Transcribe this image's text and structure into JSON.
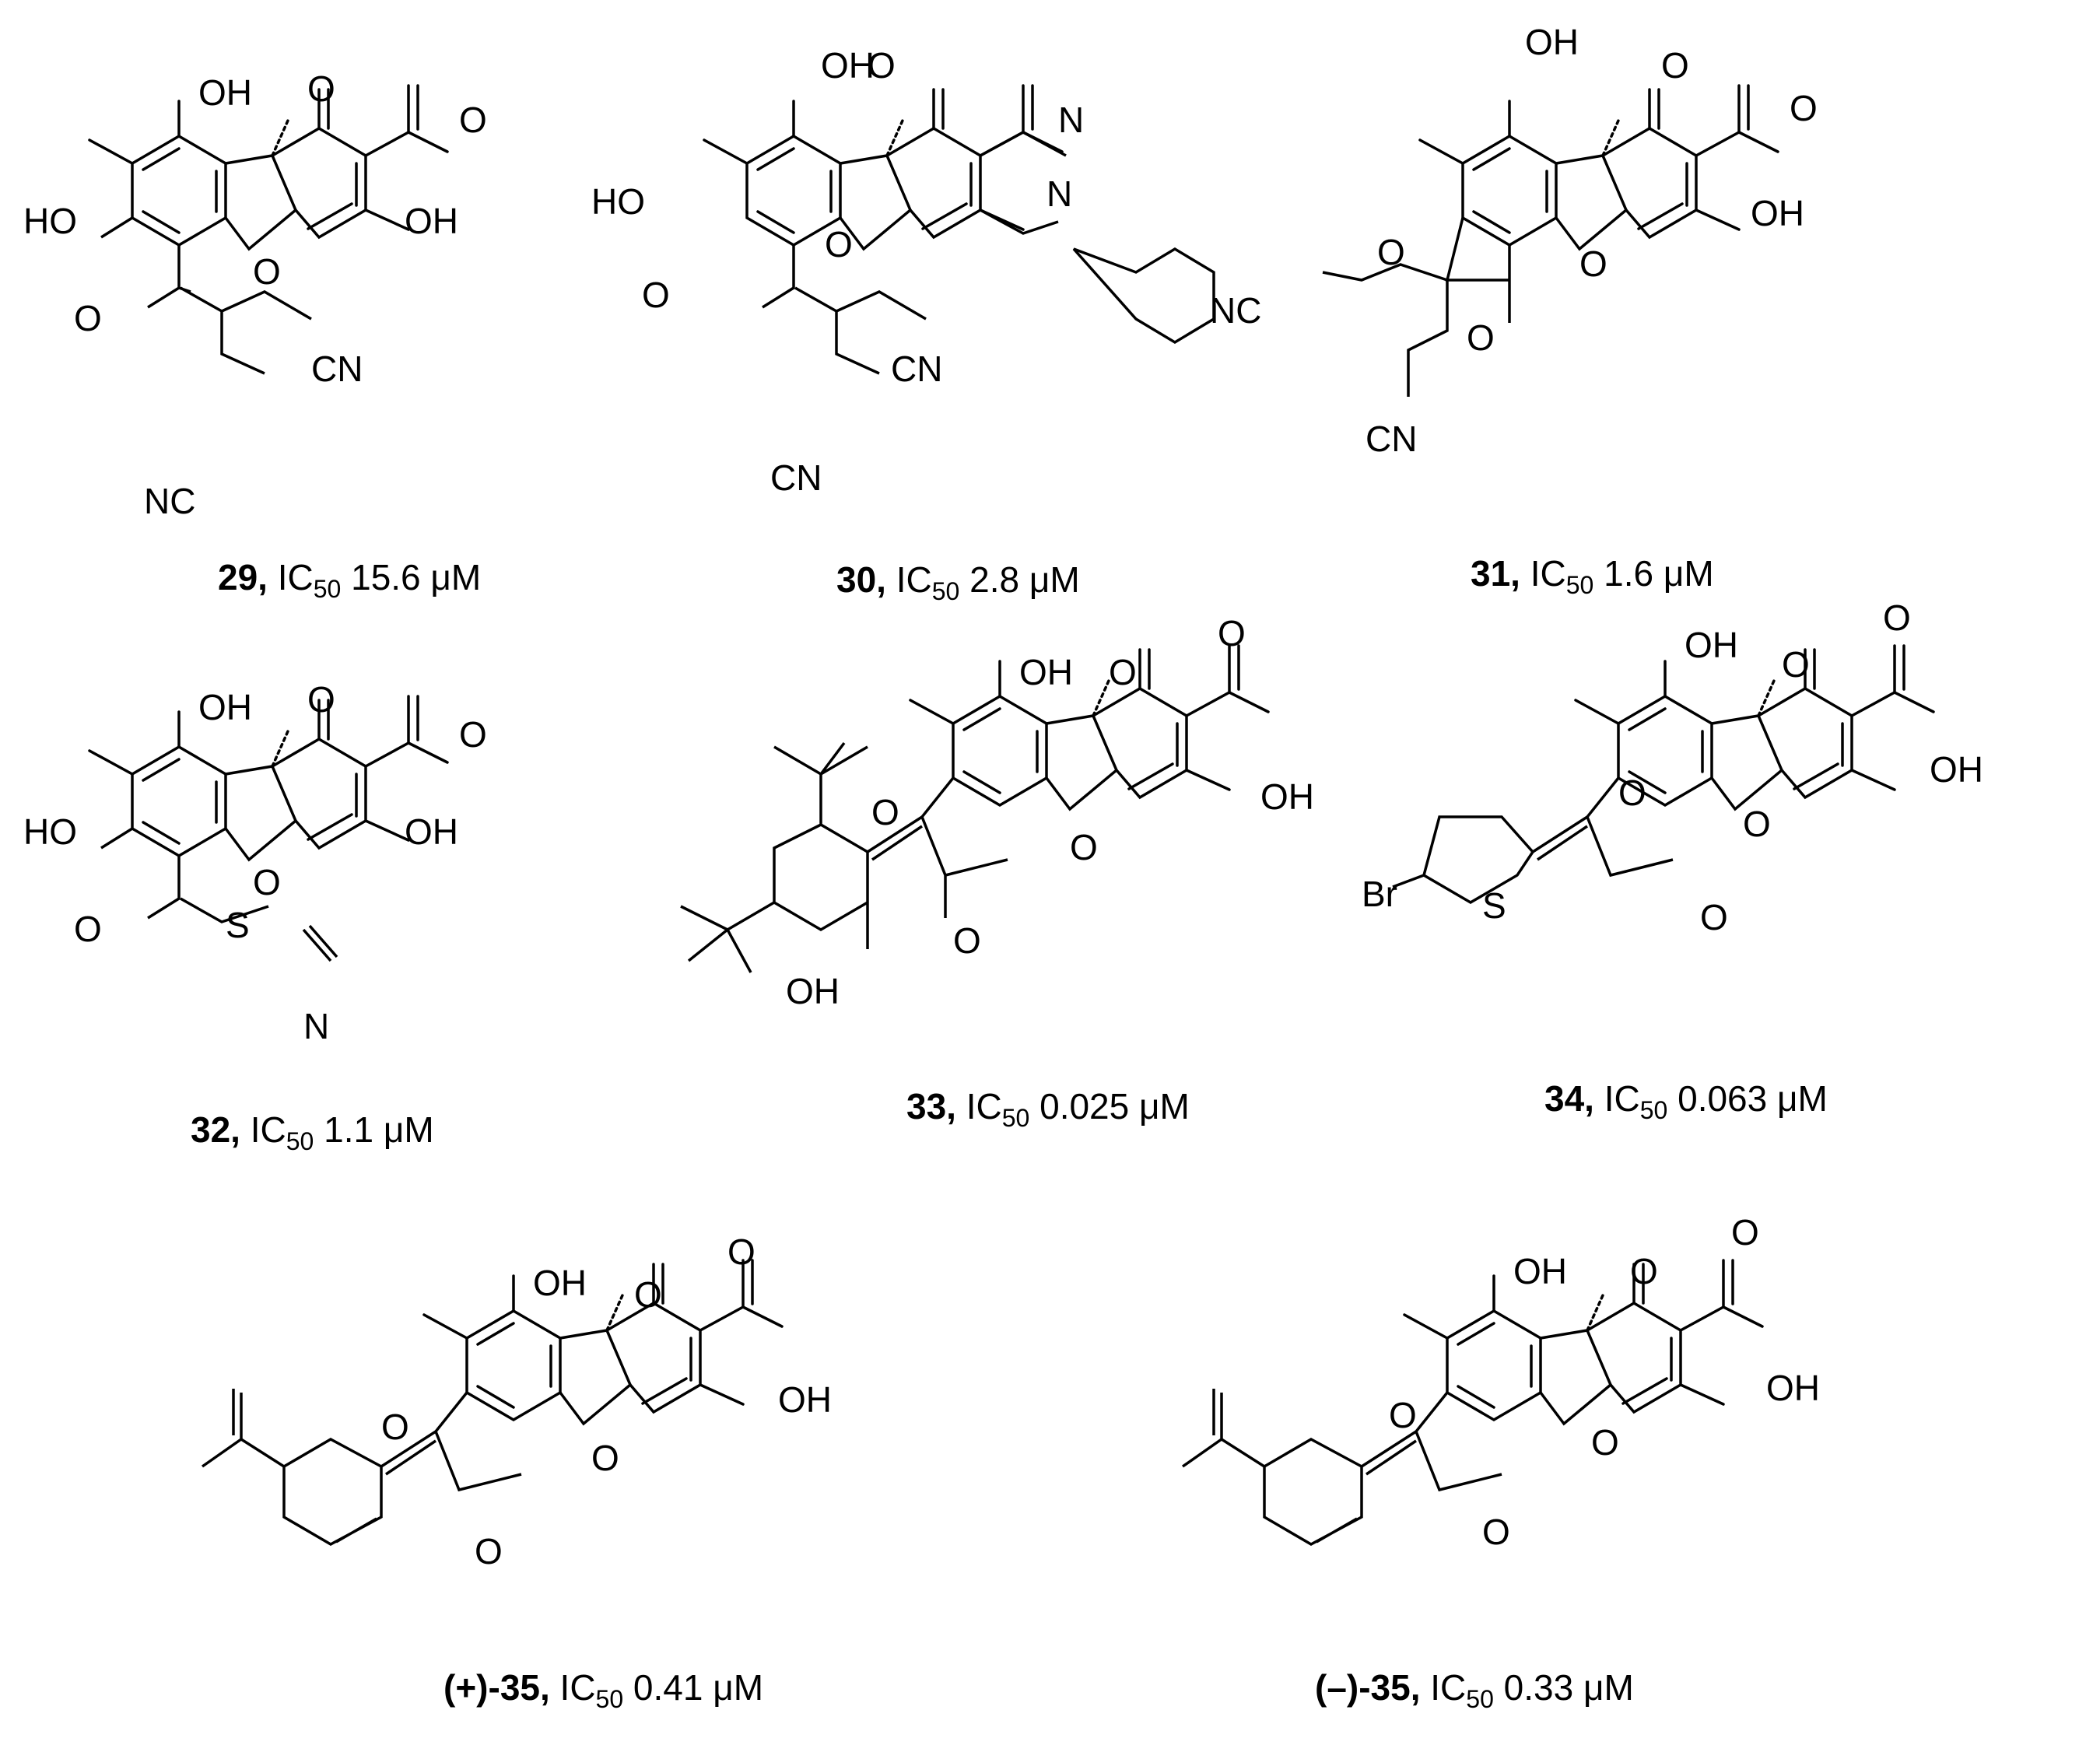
{
  "atoms": {
    "oh": "OH",
    "ho": "HO",
    "o": "O",
    "cn": "CN",
    "nc": "NC",
    "n": "N",
    "s": "S",
    "br": "Br"
  },
  "compounds": [
    {
      "label": "29,",
      "ic50": "IC",
      "sub": "50",
      "value": " 15.6 μM"
    },
    {
      "label": "30,",
      "ic50": "IC",
      "sub": "50",
      "value": " 2.8 μM"
    },
    {
      "label": "31,",
      "ic50": "IC",
      "sub": "50",
      "value": " 1.6 μM"
    },
    {
      "label": "32,",
      "ic50": "IC",
      "sub": "50",
      "value": " 1.1 μM"
    },
    {
      "label": "33,",
      "ic50": "IC",
      "sub": "50",
      "value": " 0.025 μM"
    },
    {
      "label": "34,",
      "ic50": "IC",
      "sub": "50",
      "value": " 0.063 μM"
    },
    {
      "label": "(+)-35,",
      "ic50": "IC",
      "sub": "50",
      "value": " 0.41 μM"
    },
    {
      "label": "(–)-35,",
      "ic50": "IC",
      "sub": "50",
      "value": " 0.33 μM"
    }
  ]
}
